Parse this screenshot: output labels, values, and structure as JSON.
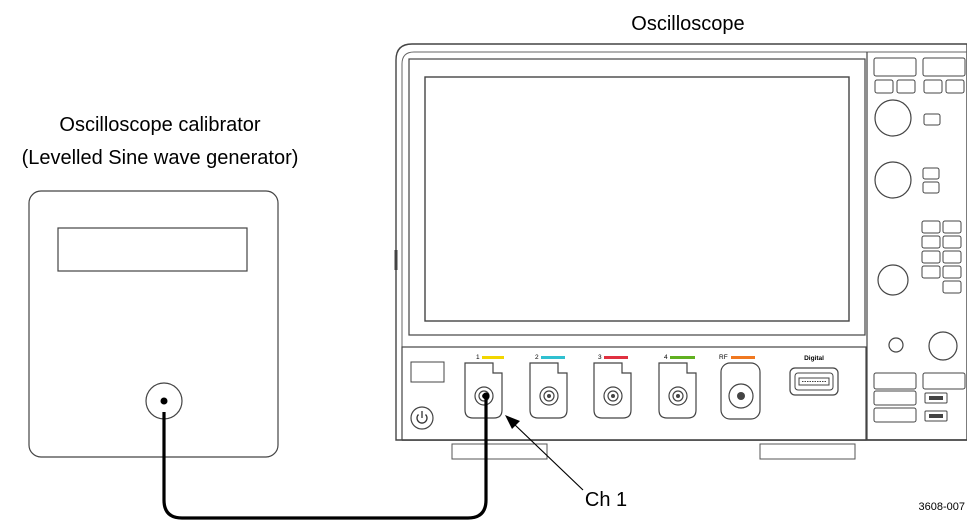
{
  "diagram": {
    "oscilloscope_label": "Oscilloscope",
    "calibrator_label_line1": "Oscilloscope calibrator",
    "calibrator_label_line2": "(Levelled Sine wave generator)",
    "channel_callout": "Ch 1",
    "figure_id": "3608-007",
    "channels": [
      {
        "label": "1",
        "color": "#f2d600"
      },
      {
        "label": "2",
        "color": "#30c0d0"
      },
      {
        "label": "3",
        "color": "#e03040"
      },
      {
        "label": "4",
        "color": "#60b020"
      },
      {
        "label": "RF",
        "color": "#f07820"
      }
    ],
    "digital_label": "Digital"
  }
}
